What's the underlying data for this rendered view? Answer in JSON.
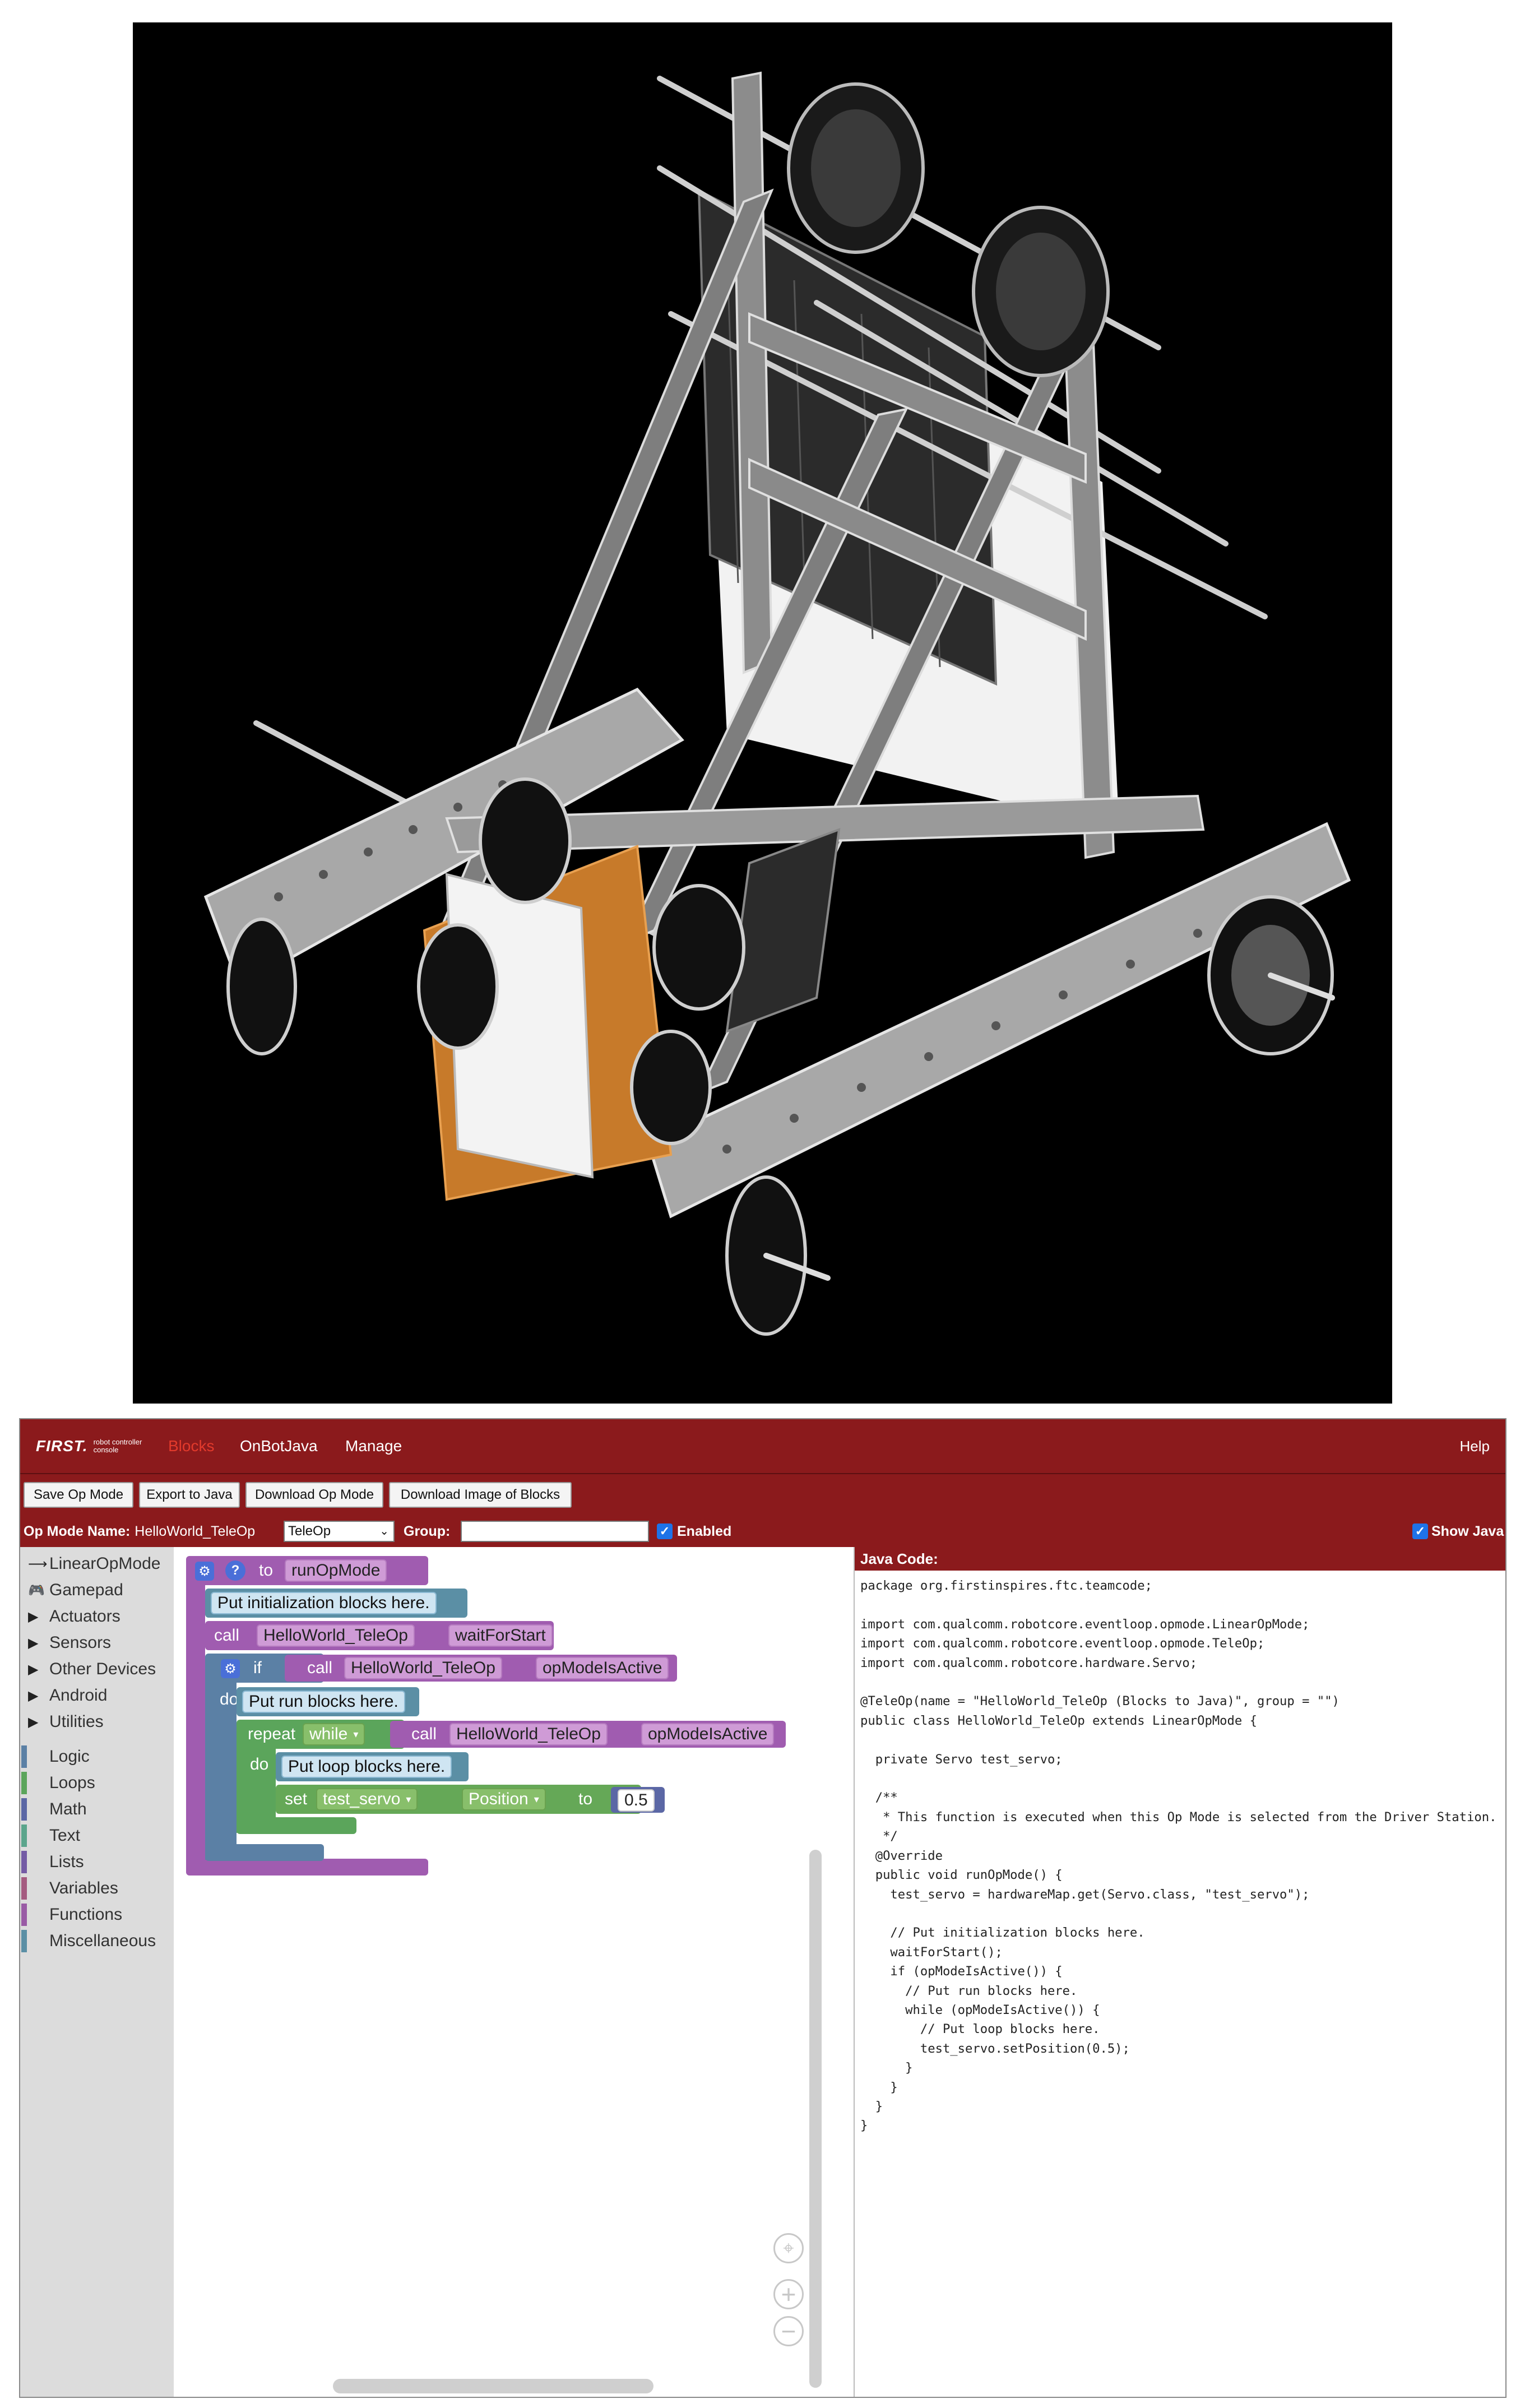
{
  "navbar": {
    "logo_first": "FIRST.",
    "logo_sub": "robot controller console",
    "tabs": [
      "Blocks",
      "OnBotJava",
      "Manage"
    ],
    "active_tab": "Blocks",
    "help": "Help"
  },
  "toolbar": {
    "buttons": [
      "Save Op Mode",
      "Export to Java",
      "Download Op Mode",
      "Download Image of Blocks"
    ]
  },
  "opmode": {
    "name_label": "Op Mode Name:",
    "name_value": "HelloWorld_TeleOp",
    "type_value": "TeleOp",
    "group_label": "Group:",
    "group_value": "",
    "enabled_label": "Enabled",
    "enabled": true,
    "show_java_label": "Show Java",
    "show_java": true
  },
  "toolbox": {
    "top_items": [
      "LinearOpMode",
      "Gamepad",
      "Actuators",
      "Sensors",
      "Other Devices",
      "Android",
      "Utilities"
    ],
    "categories": [
      {
        "label": "Logic",
        "color": "#5b80a5"
      },
      {
        "label": "Loops",
        "color": "#5ba55b"
      },
      {
        "label": "Math",
        "color": "#5b67a5"
      },
      {
        "label": "Text",
        "color": "#5ba58c"
      },
      {
        "label": "Lists",
        "color": "#745ba5"
      },
      {
        "label": "Variables",
        "color": "#a55b80"
      },
      {
        "label": "Functions",
        "color": "#995ba5"
      },
      {
        "label": "Miscellaneous",
        "color": "#5b8fa5"
      }
    ]
  },
  "blocks": {
    "to": "to",
    "run_op_mode": "runOpMode",
    "init_comment": "Put initialization blocks here.",
    "call": "call",
    "class_name": "HelloWorld_TeleOp",
    "wait_for_start": "waitForStart",
    "if": "if",
    "do": "do",
    "op_mode_is_active": "opModeIsActive",
    "run_comment": "Put run blocks here.",
    "repeat": "repeat",
    "while": "while",
    "loop_comment": "Put loop blocks here.",
    "set": "set",
    "servo": "test_servo",
    "position": "Position",
    "to_kw": "to",
    "value": "0.5"
  },
  "java": {
    "header": "Java Code:",
    "lines": [
      "package org.firstinspires.ftc.teamcode;",
      "",
      "import com.qualcomm.robotcore.eventloop.opmode.LinearOpMode;",
      "import com.qualcomm.robotcore.eventloop.opmode.TeleOp;",
      "import com.qualcomm.robotcore.hardware.Servo;",
      "",
      "@TeleOp(name = \"HelloWorld_TeleOp (Blocks to Java)\", group = \"\")",
      "public class HelloWorld_TeleOp extends LinearOpMode {",
      "",
      "  private Servo test_servo;",
      "",
      "  /**",
      "   * This function is executed when this Op Mode is selected from the Driver Station.",
      "   */",
      "  @Override",
      "  public void runOpMode() {",
      "    test_servo = hardwareMap.get(Servo.class, \"test_servo\");",
      "",
      "    // Put initialization blocks here.",
      "    waitForStart();",
      "    if (opModeIsActive()) {",
      "      // Put run blocks here.",
      "      while (opModeIsActive()) {",
      "        // Put loop blocks here.",
      "        test_servo.setPosition(0.5);",
      "      }",
      "    }",
      "  }",
      "}"
    ]
  },
  "colors": {
    "brand_red": "#8b1a1c",
    "proc_purple": "#a05cb0",
    "logic_blue": "#5b80a5",
    "loop_green": "#5ba55b",
    "servo_green": "#65a857",
    "field_purple": "#cf9bd6"
  }
}
